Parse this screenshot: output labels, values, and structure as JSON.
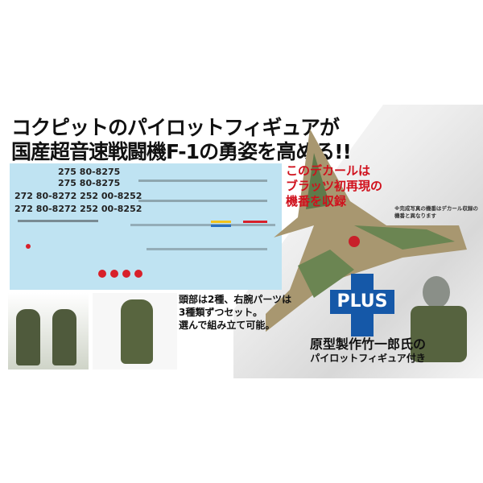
{
  "headline": {
    "line1": "コクピットのパイロットフィギュアが",
    "line2": "国産超音速戦闘機F-1の勇姿を高める!!"
  },
  "decal_callout": {
    "line1": "このデカールは",
    "line2": "ブラッツ初再現の",
    "line3": "機番を収録"
  },
  "decal_sheet": {
    "numbers": [
      "275 80-8275",
      "275 80-8275",
      "272 80-8272 252 00-8252",
      "272 80-8272 252 00-8252"
    ],
    "color": "#bfe3f2"
  },
  "photo_note": {
    "line1": "※完成写真の機番はデカール収録の",
    "line2": "機番と異なります"
  },
  "figure_text": {
    "line1": "頭部は2種、右腕パーツは",
    "line2": "3種類ずつセット。",
    "line3": "選んで組み立て可能。"
  },
  "plus": {
    "label": "PLUS",
    "color": "#1558a8",
    "caption1": "原型製作竹一郎氏の",
    "caption2": "パイロットフィギュア付き"
  }
}
